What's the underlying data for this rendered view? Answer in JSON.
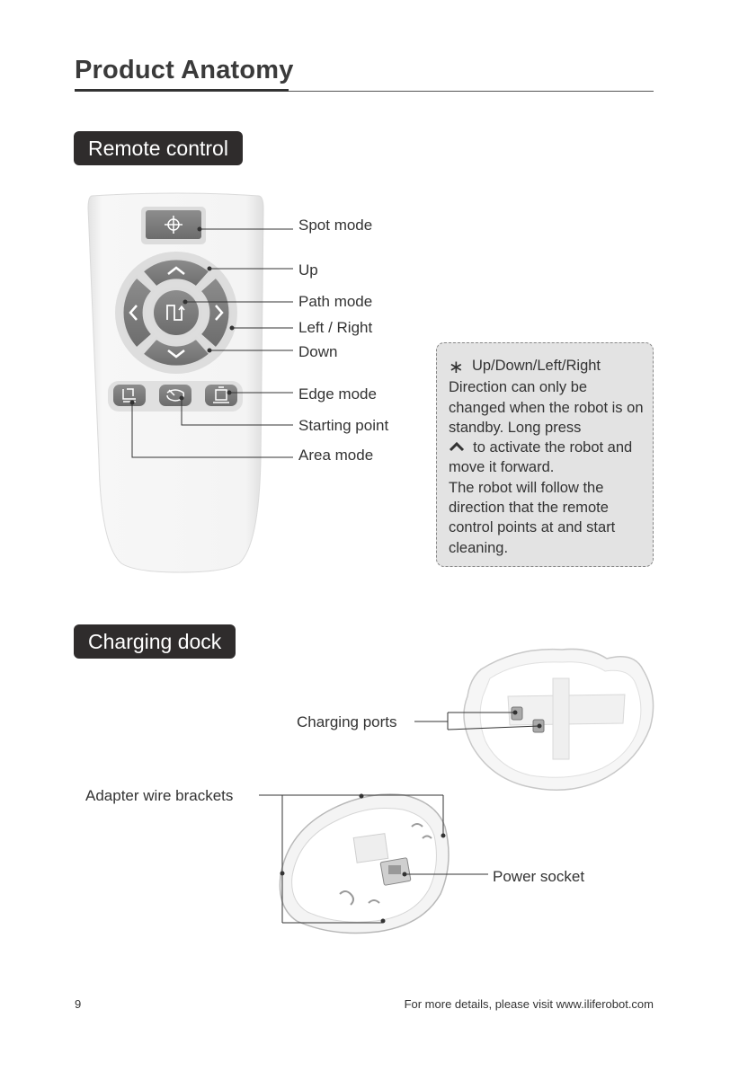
{
  "page": {
    "title": "Product Anatomy",
    "page_number": "9",
    "footer_text": "For more details, please visit www.iliferobot.com"
  },
  "remote": {
    "heading": "Remote control",
    "labels": {
      "spot": "Spot mode",
      "up": "Up",
      "path": "Path mode",
      "left_right": "Left / Right",
      "down": "Down",
      "edge": "Edge mode",
      "start": "Starting point",
      "area": "Area mode"
    },
    "note": {
      "line1": "Up/Down/Left/Right",
      "line2": "Direction can only be changed when the robot is on standby. Long press",
      "line3": "to activate the robot and move it forward.",
      "line4": "The robot will follow the direction that the remote control points at and start cleaning."
    }
  },
  "dock": {
    "heading": "Charging dock",
    "labels": {
      "charging_ports": "Charging ports",
      "wire_brackets": "Adapter wire brackets",
      "power_socket": "Power socket"
    }
  },
  "icons": [
    "crosshair-icon",
    "chevron-up-icon",
    "chevron-down-icon",
    "chevron-left-icon",
    "chevron-right-icon",
    "path-icon",
    "edge-icon",
    "home-icon",
    "area-icon",
    "asterisk-icon"
  ]
}
